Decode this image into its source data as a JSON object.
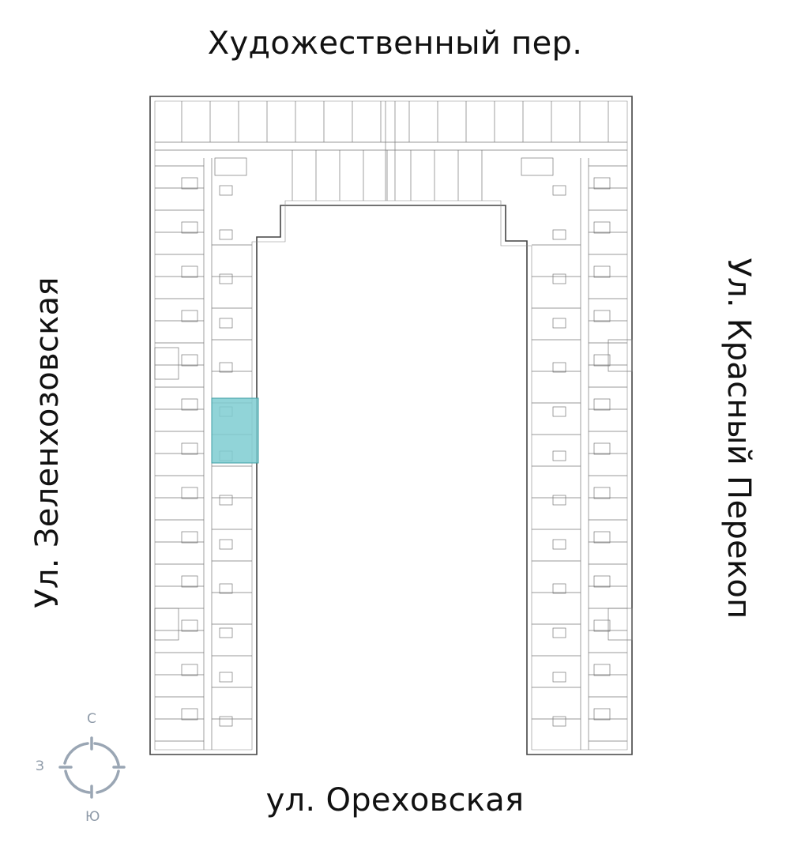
{
  "streets": {
    "top": "Художественный пер.",
    "bottom": "ул. Ореховская",
    "left": "Ул. Зеленхозовская",
    "right": "Ул. Красный Перекоп"
  },
  "compass": {
    "north": "С",
    "west": "З",
    "south": "Ю"
  },
  "highlighted_unit": {
    "color": "#7ecdd1",
    "selected": true
  },
  "colors": {
    "walls": "#555555",
    "compass": "#9aa6b4"
  }
}
